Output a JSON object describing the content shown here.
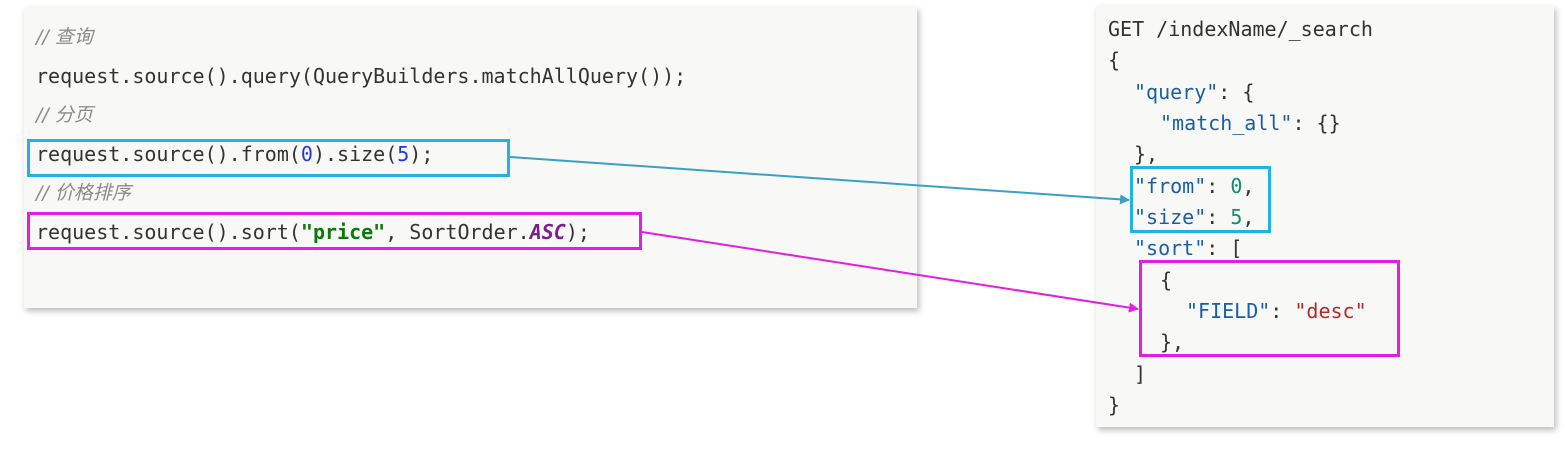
{
  "java_code": {
    "comment_query": "// 查询",
    "query_line": "request.source().query(QueryBuilders.matchAllQuery());",
    "comment_page": "// 分页",
    "page_prefix": "request.source().from(",
    "page_from": "0",
    "page_mid": ").size(",
    "page_size": "5",
    "page_suffix": ");",
    "comment_sort": "// 价格排序",
    "sort_prefix": "request.source().sort(",
    "sort_field": "\"price\"",
    "sort_mid": ", SortOrder.",
    "sort_order": "ASC",
    "sort_suffix": ");"
  },
  "json_code": {
    "request_line": "GET /indexName/_search",
    "open_brace": "{",
    "query_key": "\"query\"",
    "query_tail": ": {",
    "match_all_key": "\"match_all\"",
    "match_all_tail": ": {}",
    "query_close": "},",
    "from_key": "\"from\"",
    "from_value": "0",
    "size_key": "\"size\"",
    "size_value": "5",
    "sort_key": "\"sort\"",
    "sort_tail": ": [",
    "sort_obj_open": "{",
    "field_key": "\"FIELD\"",
    "field_value": "\"desc\"",
    "sort_obj_close": "},",
    "sort_close": "]",
    "close_brace": "}"
  },
  "colors": {
    "paging_highlight": "#1fb3e8",
    "sort_highlight": "#e21ee2",
    "paging_arrow": "#3aa0c8",
    "sort_arrow": "#e21ee2"
  }
}
